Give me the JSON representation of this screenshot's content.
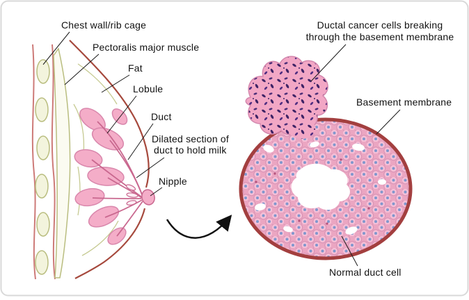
{
  "anatomy_labels": {
    "chest_wall": "Chest wall/rib cage",
    "pectoralis": "Pectoralis major muscle",
    "fat": "Fat",
    "lobule": "Lobule",
    "duct": "Duct",
    "dilated_line1": "Dilated section of",
    "dilated_line2": "duct to hold milk",
    "nipple": "Nipple"
  },
  "duct_section_labels": {
    "cancer_line1": "Ductal cancer cells breaking",
    "cancer_line2": "through the basement membrane",
    "basement_membrane": "Basement membrane",
    "normal_duct_cell": "Normal duct cell"
  },
  "colors": {
    "membrane_ring": "#a33f3f",
    "cell_body": "#f5bfd6",
    "cell_nucleus": "#7f97cd",
    "interior_pink": "#eba6c2",
    "cancer_pink": "#f2a7c5",
    "cancer_speckle": "#3e2366",
    "gland_pink": "#f4adc8",
    "gland_outline": "#d987ac",
    "skin_outline": "#a6493d",
    "muscle_outline": "#b9bd7f",
    "chest_wall_line": "#cd7a78",
    "label_text": "#111111",
    "frame_border": "#d9d9d9"
  }
}
